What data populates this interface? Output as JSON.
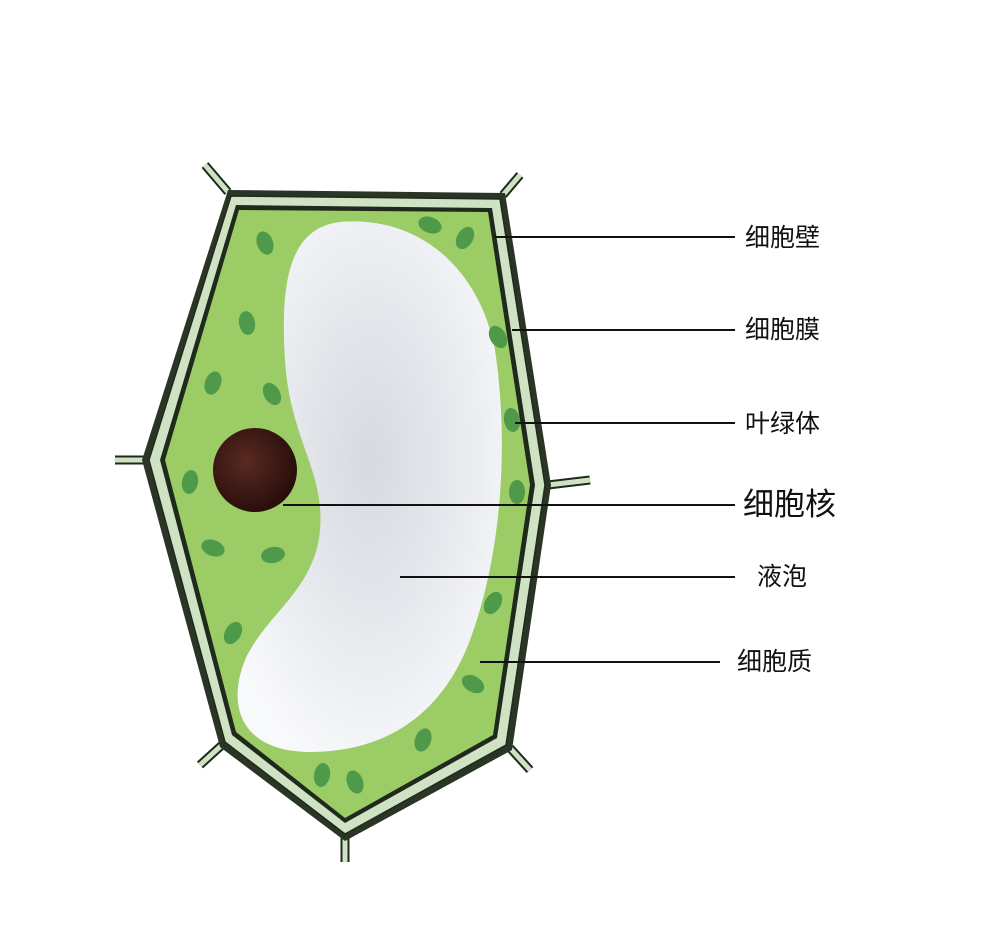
{
  "labels": {
    "cell_wall": "细胞壁",
    "cell_membrane": "细胞膜",
    "chloroplast": "叶绿体",
    "nucleus": "细胞核",
    "vacuole": "液泡",
    "cytoplasm": "细胞质"
  },
  "colors": {
    "cytoplasm": "#9ccc65",
    "wall": "#cfe3c4",
    "chloroplast": "#4e9a4a",
    "nucleus": "#3a1512",
    "vacuole": "#e9ebf0"
  }
}
